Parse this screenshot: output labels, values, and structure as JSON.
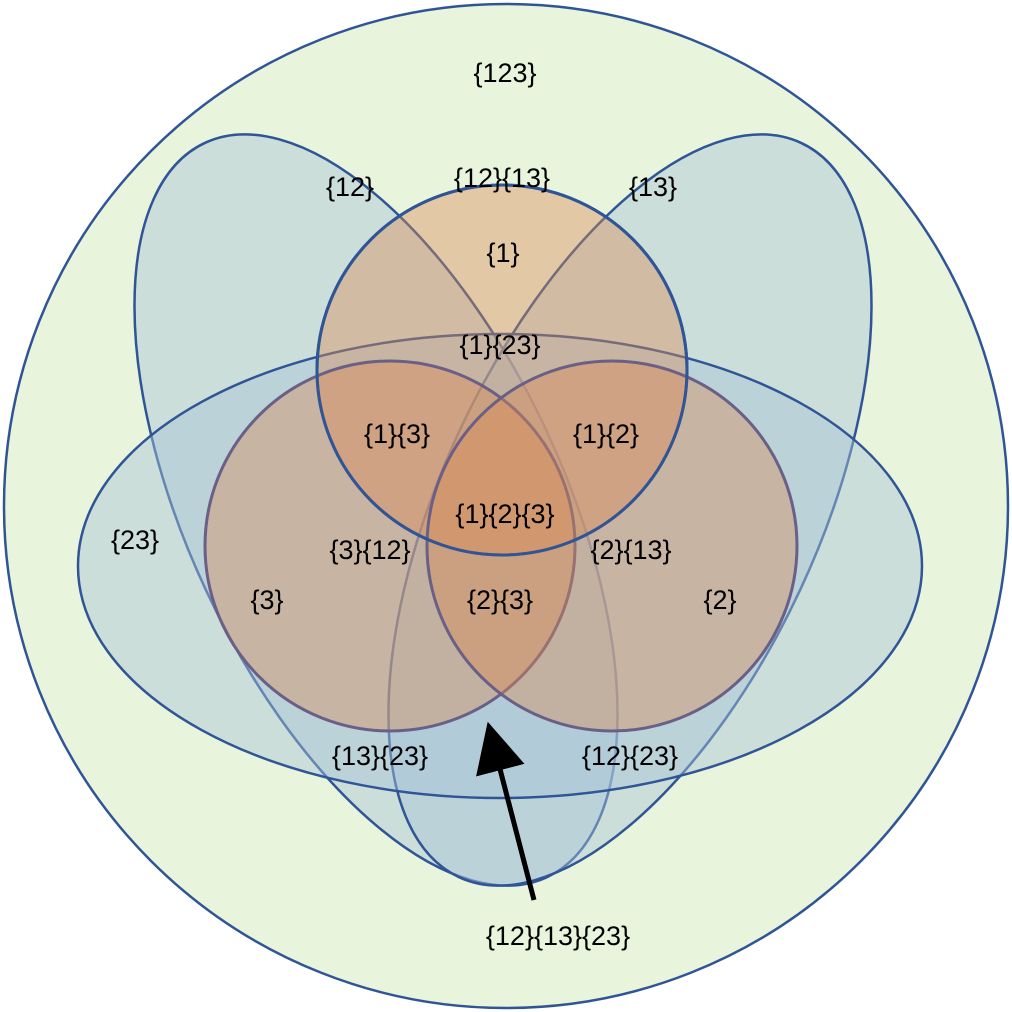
{
  "colors": {
    "outer_fill": "#e8f4dc",
    "outer_stroke": "#2f5597",
    "ellipse_fill": "#a9c3d8",
    "circle_fill": "#d88a55",
    "circle_stroke": "#2f5597",
    "arrow": "#000000"
  },
  "labels": {
    "s123": "{123}",
    "s12": "{12}",
    "s12_13": "{12}{13}",
    "s13": "{13}",
    "s1": "{1}",
    "s1_23": "{1}{23}",
    "s1_3": "{1}{3}",
    "s1_2": "{1}{2}",
    "s1_2_3": "{1}{2}{3}",
    "s23": "{23}",
    "s3_12": "{3}{12}",
    "s2_13": "{2}{13}",
    "s3": "{3}",
    "s2_3": "{2}{3}",
    "s2": "{2}",
    "s13_23": "{13}{23}",
    "s12_23": "{12}{23}",
    "s12_13_23": "{12}{13}{23}"
  }
}
